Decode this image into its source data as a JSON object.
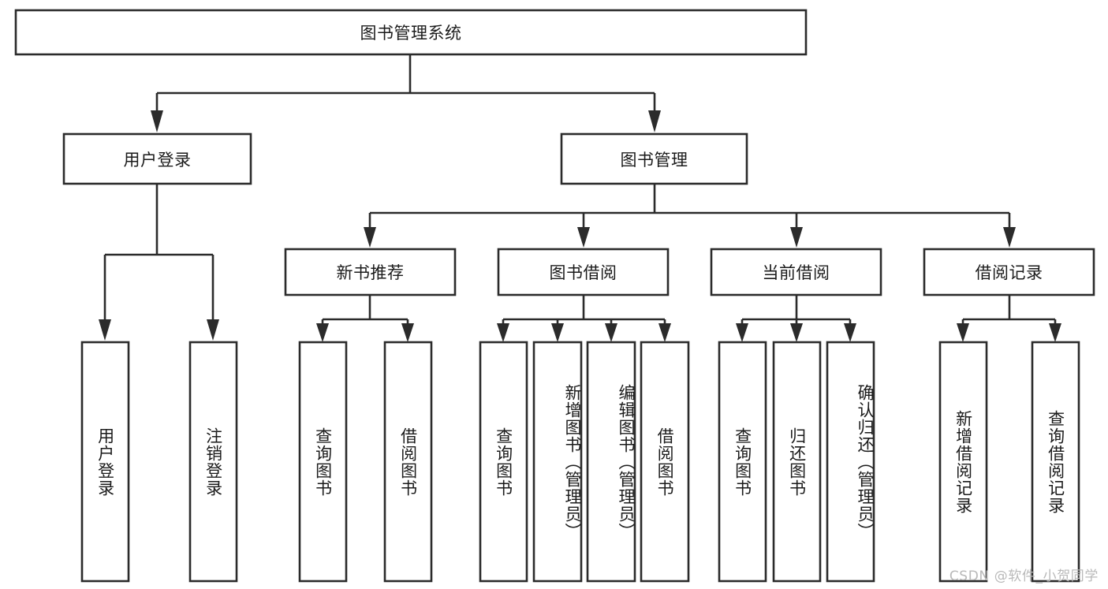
{
  "diagram": {
    "type": "tree-hierarchy",
    "title": "图书管理系统",
    "orientation": "top-down",
    "levels": 4,
    "root": {
      "id": "root",
      "label": "图书管理系统",
      "text_orientation": "horizontal"
    },
    "level2": [
      {
        "id": "user-login",
        "label": "用户登录",
        "text_orientation": "horizontal"
      },
      {
        "id": "book-manage",
        "label": "图书管理",
        "text_orientation": "horizontal"
      }
    ],
    "level3": [
      {
        "id": "new-book-rec",
        "label": "新书推荐",
        "parent": "book-manage",
        "text_orientation": "horizontal"
      },
      {
        "id": "book-borrow",
        "label": "图书借阅",
        "parent": "book-manage",
        "text_orientation": "horizontal"
      },
      {
        "id": "current-borrow",
        "label": "当前借阅",
        "parent": "book-manage",
        "text_orientation": "horizontal"
      },
      {
        "id": "borrow-record",
        "label": "借阅记录",
        "parent": "book-manage",
        "text_orientation": "horizontal"
      }
    ],
    "leaves": [
      {
        "id": "leaf-user-login",
        "label": "用户登录",
        "parent": "user-login",
        "text_orientation": "vertical"
      },
      {
        "id": "leaf-logout",
        "label": "注销登录",
        "parent": "user-login",
        "text_orientation": "vertical"
      },
      {
        "id": "leaf-query-book-1",
        "label": "查询图书",
        "parent": "new-book-rec",
        "text_orientation": "vertical"
      },
      {
        "id": "leaf-borrow-book-1",
        "label": "借阅图书",
        "parent": "new-book-rec",
        "text_orientation": "vertical"
      },
      {
        "id": "leaf-query-book-2",
        "label": "查询图书",
        "parent": "book-borrow",
        "text_orientation": "vertical"
      },
      {
        "id": "leaf-add-book",
        "label": "新增图书（管理员）",
        "parent": "book-borrow",
        "text_orientation": "vertical"
      },
      {
        "id": "leaf-edit-book",
        "label": "编辑图书（管理员）",
        "parent": "book-borrow",
        "text_orientation": "vertical"
      },
      {
        "id": "leaf-borrow-book-2",
        "label": "借阅图书",
        "parent": "book-borrow",
        "text_orientation": "vertical"
      },
      {
        "id": "leaf-query-book-3",
        "label": "查询图书",
        "parent": "current-borrow",
        "text_orientation": "vertical"
      },
      {
        "id": "leaf-return-book",
        "label": "归还图书",
        "parent": "current-borrow",
        "text_orientation": "vertical"
      },
      {
        "id": "leaf-confirm-return",
        "label": "确认归还（管理员）",
        "parent": "current-borrow",
        "text_orientation": "vertical"
      },
      {
        "id": "leaf-add-record",
        "label": "新增借阅记录",
        "parent": "borrow-record",
        "text_orientation": "vertical"
      },
      {
        "id": "leaf-query-record",
        "label": "查询借阅记录",
        "parent": "borrow-record",
        "text_orientation": "vertical"
      }
    ],
    "colors": {
      "box_stroke": "#2b2b2b",
      "box_fill": "#ffffff",
      "connector": "#2b2b2b",
      "text": "#1b1b1b",
      "background": "#ffffff",
      "watermark": "#b9b9b9"
    }
  },
  "watermark": {
    "text": "CSDN @软件_小贺同学"
  }
}
